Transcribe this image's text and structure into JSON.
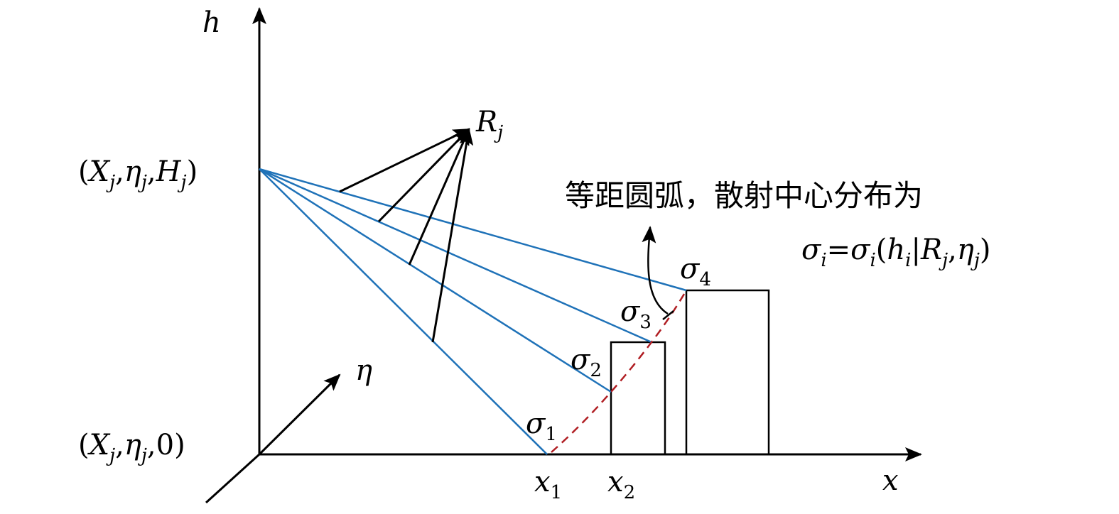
{
  "colors": {
    "ray": "#1f72b8",
    "arrow": "#000000",
    "arc": "#b01e23",
    "axis": "#000000"
  },
  "axes": {
    "h": [
      [
        "h",
        ""
      ]
    ],
    "x": [
      [
        "x",
        ""
      ]
    ],
    "eta": [
      [
        "η",
        ""
      ]
    ]
  },
  "points": {
    "source": [
      [
        "(",
        ""
      ],
      [
        "X",
        "j"
      ],
      [
        ",",
        ""
      ],
      [
        "η",
        "j"
      ],
      [
        ",",
        ""
      ],
      [
        "H",
        "j"
      ],
      [
        ")",
        ""
      ]
    ],
    "ground": [
      [
        "(",
        ""
      ],
      [
        "X",
        "j"
      ],
      [
        ",",
        ""
      ],
      [
        "η",
        "j"
      ],
      [
        ",0)",
        ""
      ]
    ]
  },
  "range_label": [
    [
      "R",
      "j"
    ]
  ],
  "x_ticks": {
    "x1": [
      [
        "x",
        "1"
      ]
    ],
    "x2": [
      [
        "x",
        "2"
      ]
    ]
  },
  "sigmas": {
    "s1": [
      [
        "σ",
        "1"
      ]
    ],
    "s2": [
      [
        "σ",
        "2"
      ]
    ],
    "s3": [
      [
        "σ",
        "3"
      ]
    ],
    "s4": [
      [
        "σ",
        "4"
      ]
    ]
  },
  "annotation": {
    "text": "等距圆弧，散射中心分布为",
    "formula": [
      [
        "σ",
        "i"
      ],
      [
        "=",
        ""
      ],
      [
        "σ",
        "i"
      ],
      [
        "(",
        ""
      ],
      [
        "h",
        "i"
      ],
      [
        "|",
        ""
      ],
      [
        "R",
        "j"
      ],
      [
        ",",
        ""
      ],
      [
        "η",
        "j"
      ],
      [
        ")",
        ""
      ]
    ]
  }
}
